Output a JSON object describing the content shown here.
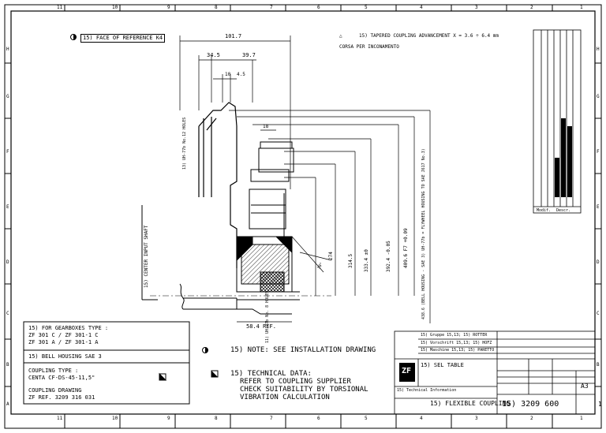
{
  "border": {
    "columns_top": [
      "11",
      "10",
      "9",
      "8",
      "7",
      "6",
      "5",
      "4",
      "3",
      "2",
      "1"
    ],
    "columns_bottom": [
      "11",
      "10",
      "9",
      "8",
      "7",
      "6",
      "5",
      "4",
      "3",
      "2",
      "1"
    ],
    "rows": [
      "H",
      "G",
      "F",
      "E",
      "D",
      "C",
      "B",
      "A"
    ]
  },
  "top_notes": {
    "face_of_reference": "15) FACE OF REFERENCE K4",
    "tapered_line1": "15) TAPERED COUPLING ADVANCEMENT X = 3.6 ÷ 6.4 mm",
    "tapered_line2": "CORSA PER INCONAMENTO"
  },
  "dimensions": {
    "d101_7": "101.7",
    "d34_5": "34.5",
    "d39_7": "39.7",
    "d10": "10",
    "d4_5": "4.5",
    "d18": "18",
    "d58_4": "58.4 REF.",
    "d274": "274",
    "d314_5": "314.5",
    "d333_4": "333.4 ±0",
    "d392_4": "392.4 -0.05",
    "d409_6": "409.6 F7 +0.09",
    "d438_6": "438.6 (BELL HOUSING - SAE 3) UH-77b = FLYWHEEL HOUSING TO SAE J617 No.3)",
    "holes12": "13) UH-77b No.12 HOLES",
    "holes8": "11) UH-77b No. 8 HOLES",
    "center_shaft": "15) CENTER INPUT SHAFT",
    "angle": "30°"
  },
  "gearbox_box": {
    "line1": "15) FOR GEARBOXES TYPE :",
    "line2": "ZF 301 C / ZF 301-1 C",
    "line3": "ZF 301 A / ZF 301-1 A",
    "bell": "15) BELL HOUSING SAE 3",
    "coupling_type_label": "COUPLING TYPE :",
    "coupling_type": "CENTA CF-DS-45-11,5\"",
    "drawing_label": "COUPLING DRAWING",
    "drawing_ref": "ZF REF. 3209 316 031"
  },
  "notes": {
    "note1": "15) NOTE: SEE INSTALLATION DRAWING",
    "tech_title": "15) TECHNICAL DATA:",
    "tech_line1": "REFER TO COUPLING SUPPLIER",
    "tech_line2": "CHECK SUITABILITY BY TORSIONAL",
    "tech_line3": "VIBRATION CALCULATION"
  },
  "title_block": {
    "logo": "ZF",
    "sel_label": "15) SEL TABLE",
    "tech_info": "15) Technical Information",
    "title": "15) FLEXIBLE COUPLING",
    "number": "15) 3209 600",
    "number_suffix": "1",
    "sheet": "A3",
    "rev_rows": [
      "15) Gruppe 15,13; 15) ROTTER",
      "15) Vorschrift 15,13; 15) HOFZ",
      "15) Maschine 15,13; 15) PARETTO"
    ],
    "modif_label": "Modif.",
    "descr_label": "Descr."
  }
}
